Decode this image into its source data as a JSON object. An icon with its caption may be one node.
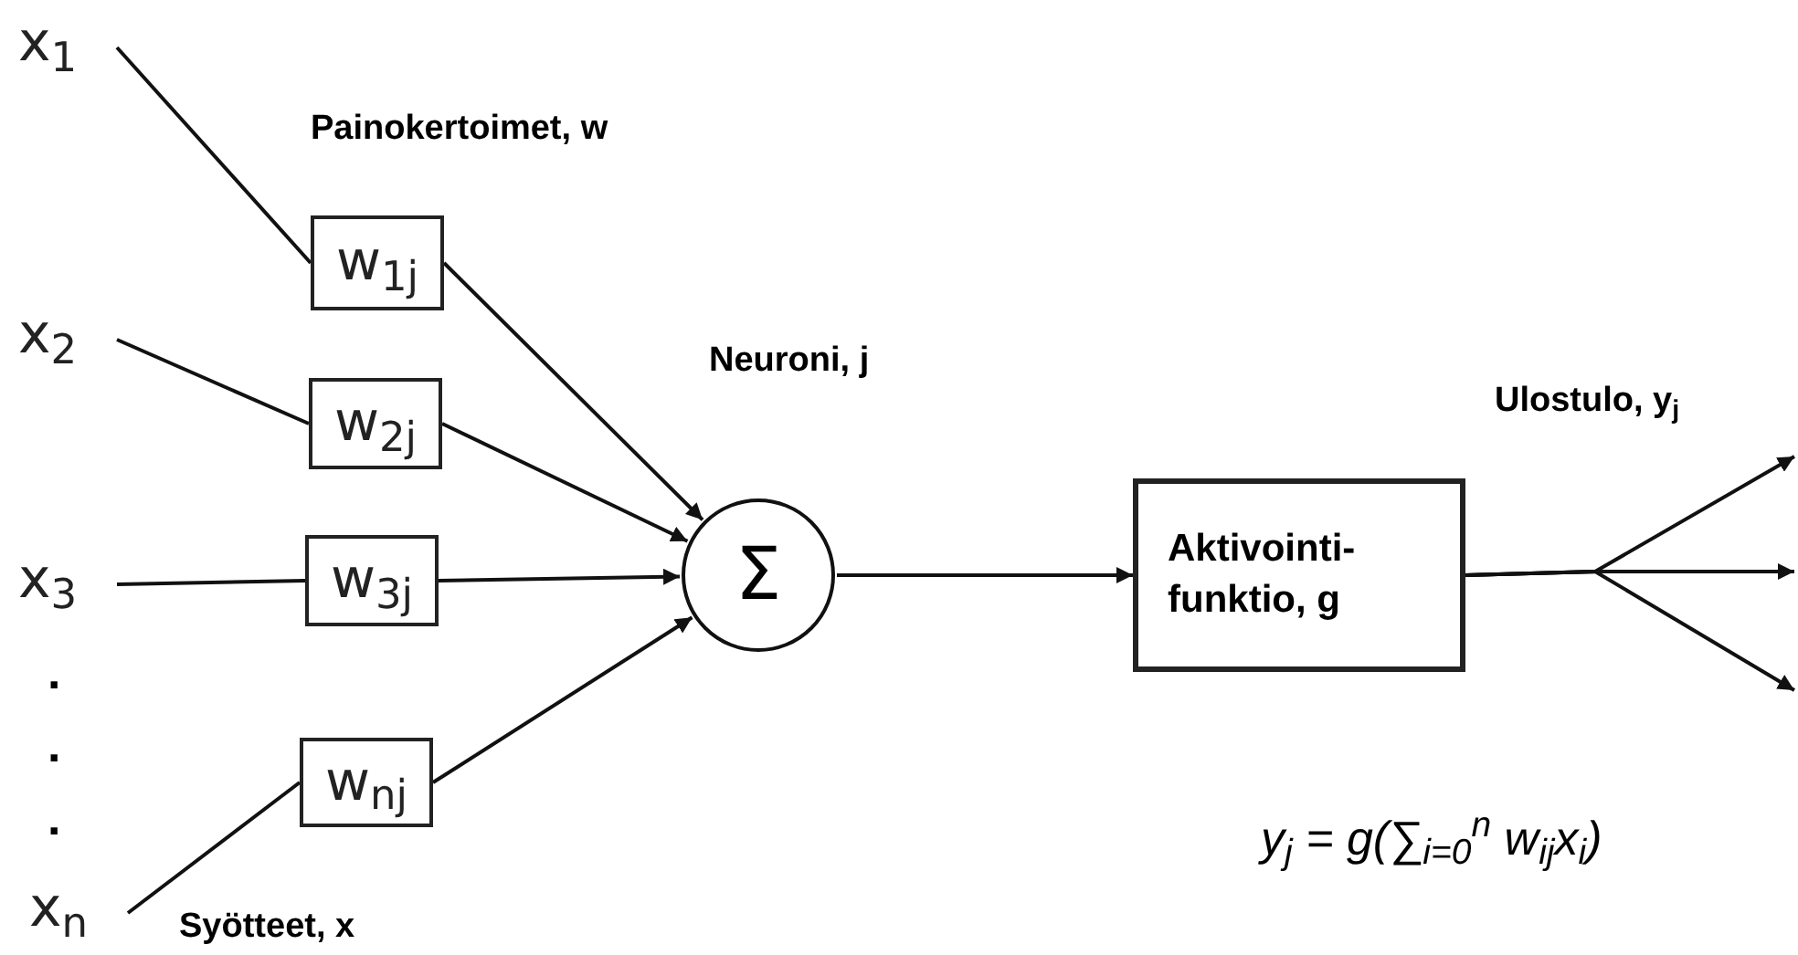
{
  "diagram": {
    "nodes": [
      {
        "text": [
          "x$_{1}$"
        ]
      },
      {
        "text": [
          "x$_{2}$"
        ]
      },
      {
        "text": [
          "x$_{3}$"
        ]
      },
      {
        "text": [
          "x$_{n}$"
        ]
      },
      {
        "text": [
          "w$_{1j}$"
        ]
      },
      {
        "text": [
          "w$_{2j}$"
        ]
      },
      {
        "text": [
          "w$_{3j}$"
        ]
      },
      {
        "text": [
          "w$_{nj}$"
        ]
      },
      {
        "text": [
          "Σ"
        ],
        "beside": [
          "Neuroni, j"
        ]
      },
      {
        "text": [
          "Aktivointi- funktio, g"
        ]
      }
    ],
    "edges": [
      {
        "from": 0,
        "to": 4,
        "arrow": "none"
      },
      {
        "from": 4,
        "to": 8,
        "arrow": "to"
      },
      {
        "from": 1,
        "to": 5,
        "arrow": "none"
      },
      {
        "from": 5,
        "to": 8,
        "arrow": "to"
      },
      {
        "from": 2,
        "to": 6,
        "arrow": "none"
      },
      {
        "from": 6,
        "to": 8,
        "arrow": "to"
      },
      {
        "from": 3,
        "to": 7,
        "arrow": "none"
      },
      {
        "from": 7,
        "to": 8,
        "arrow": "to"
      },
      {
        "from": 8,
        "to": 9,
        "arrow": "to"
      },
      {
        "from": 9,
        "to": null,
        "arrow": "to"
      },
      {
        "from": 9,
        "to": null,
        "arrow": "to"
      },
      {
        "from": 9,
        "to": null,
        "arrow": "to"
      }
    ],
    "labels": [
      "Painokertoimet, w",
      "Ulostulo, y$_{j}$",
      ".",
      ".",
      ".",
      "y$_{j}$ = g(∑$_{i=0}$$^{n}$ w$_{ij}$x$_{i}$)",
      "Syötteet, x"
    ]
  }
}
